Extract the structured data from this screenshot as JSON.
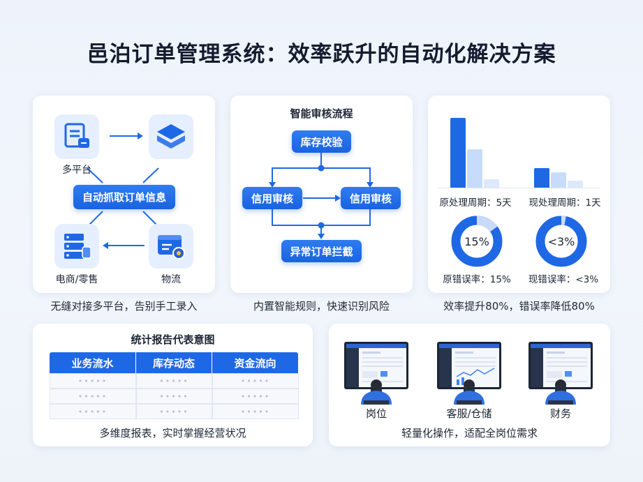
{
  "title": "邑泊订单管理系统：效率跃升的自动化解决方案",
  "card1": {
    "label_top": "多平台",
    "center_button": "自动抓取订单信息",
    "label_bottom_left": "电商/零售",
    "label_bottom_right": "物流",
    "caption": "无缝对接多平台，告别手工录入",
    "icons": [
      "document-icon",
      "layers-icon",
      "server-icon",
      "logistics-card-icon"
    ]
  },
  "card2": {
    "heading": "智能审核流程",
    "step_top": "库存校验",
    "step_left": "信用审核",
    "step_right": "信用审核",
    "step_bottom": "异常订单拦截",
    "caption": "内置智能规则，快速识别风险"
  },
  "card3": {
    "label_cycle_old": "原处理周期：5天",
    "label_cycle_new": "现处理周期：1天",
    "donut_old_text": "15%",
    "donut_new_text": "<3%",
    "label_err_old": "原错误率：15%",
    "label_err_new": "现错误率：<3%",
    "caption": "效率提升80%，错误率降低80%",
    "accent": "#1f68e5",
    "light": "#c9dbfa"
  },
  "chart_data": [
    {
      "type": "bar",
      "categories": [
        "原处理周期",
        "现处理周期"
      ],
      "series": [
        {
          "values": [
            100,
            28
          ]
        },
        {
          "values": [
            55,
            22
          ]
        },
        {
          "values": [
            12,
            10
          ]
        }
      ],
      "ylim": [
        0,
        100
      ],
      "grid": false
    },
    {
      "type": "pie",
      "values": [
        15,
        3
      ],
      "labels": [
        "15%",
        "<3%"
      ]
    }
  ],
  "card4": {
    "heading": "统计报告代表意图",
    "columns": [
      "业务流水",
      "库存动态",
      "资金流向"
    ],
    "placeholder": "•••••",
    "rows": 3,
    "caption": "多维度报表，实时掌握经营状况"
  },
  "card5": {
    "roles": [
      "岗位",
      "客服/仓储",
      "财务"
    ],
    "caption": "轻量化操作，适配全岗位需求"
  }
}
